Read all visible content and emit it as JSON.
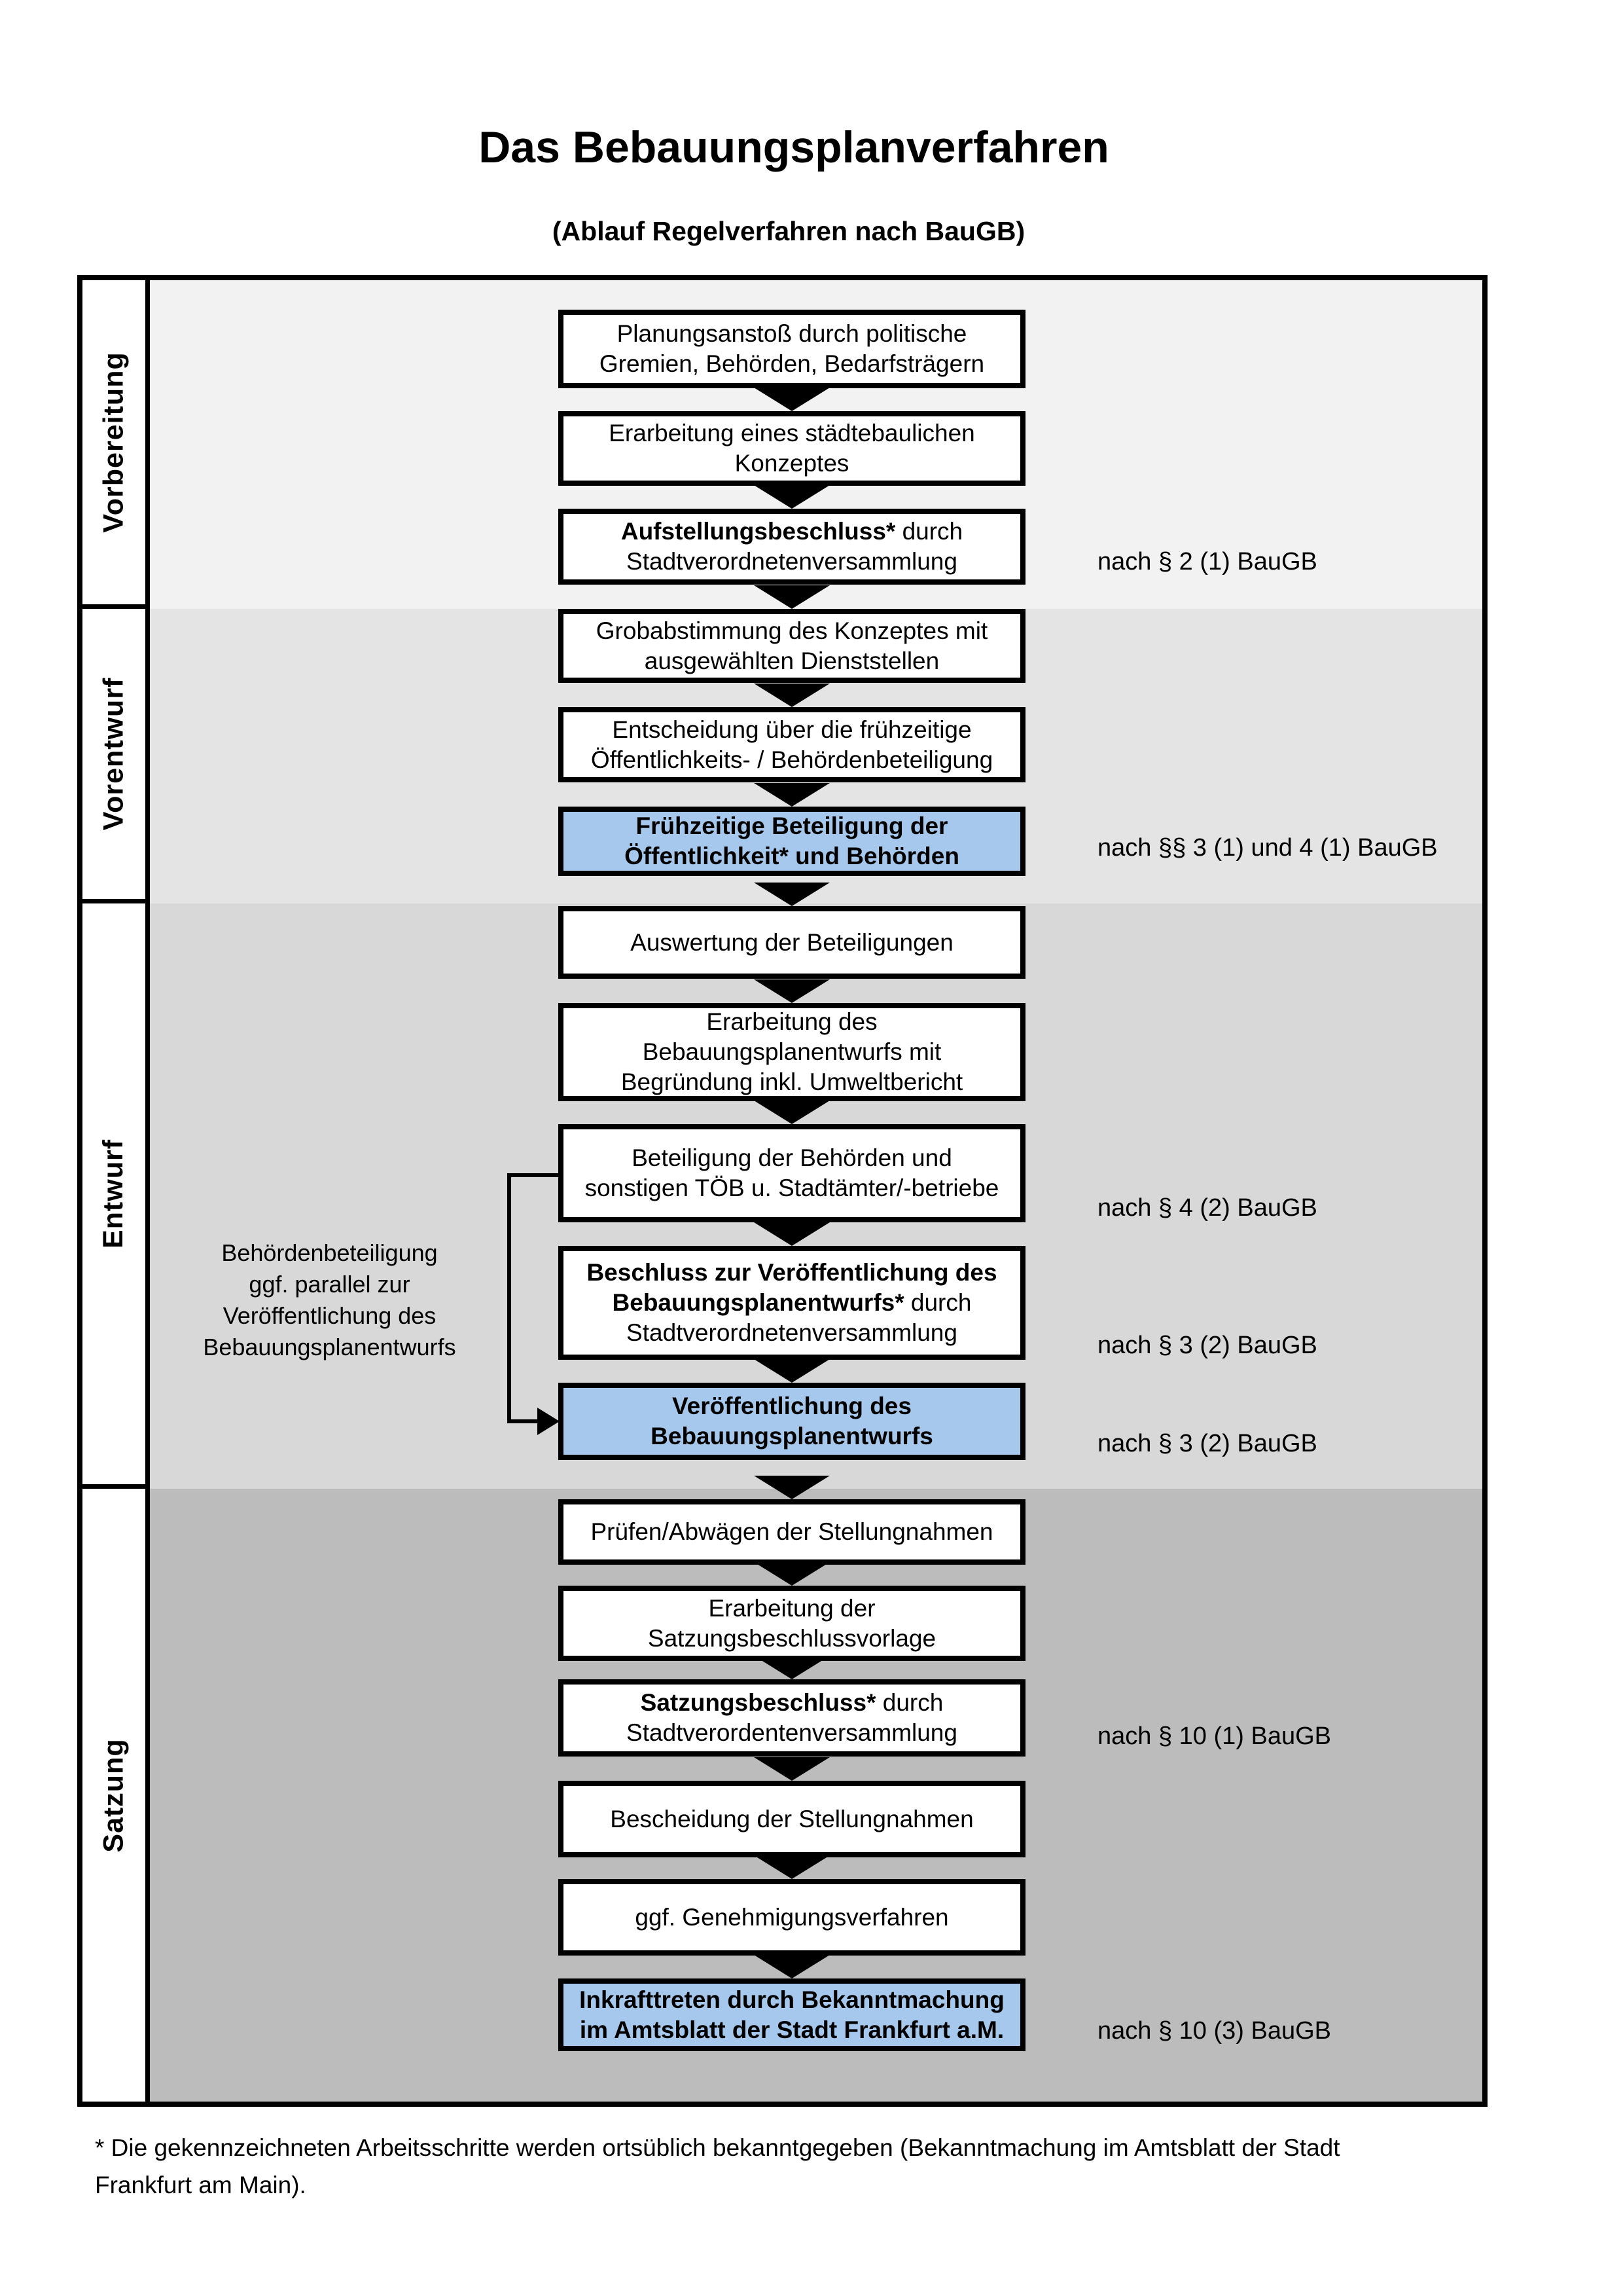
{
  "title": "Das Bebauungsplanverfahren",
  "subtitle": "(Ablauf Regelverfahren nach BauGB)",
  "phases": [
    {
      "label": "Vorbereitung"
    },
    {
      "label": "Vorentwurf"
    },
    {
      "label": "Entwurf"
    },
    {
      "label": "Satzung"
    }
  ],
  "steps": [
    {
      "bold": "",
      "text": "Planungsanstoß durch politische\nGremien, Behörden, Bedarfsträgern",
      "highlight": false
    },
    {
      "bold": "",
      "text": "Erarbeitung eines städtebaulichen\nKonzeptes",
      "highlight": false
    },
    {
      "bold": "Aufstellungsbeschluss*",
      "text": " durch\nStadtverordnetenversammlung",
      "highlight": false,
      "ref": "nach § 2 (1) BauGB"
    },
    {
      "bold": "",
      "text": "Grobabstimmung des Konzeptes mit\nausgewählten Dienststellen",
      "highlight": false
    },
    {
      "bold": "",
      "text": "Entscheidung über die frühzeitige\nÖffentlichkeits- / Behördenbeteiligung",
      "highlight": false
    },
    {
      "bold": "Frühzeitige Beteiligung der\nÖffentlichkeit* und Behörden",
      "text": "",
      "highlight": true,
      "ref": "nach §§ 3 (1) und 4 (1) BauGB"
    },
    {
      "bold": "",
      "text": "Auswertung der Beteiligungen",
      "highlight": false
    },
    {
      "bold": "",
      "text": "Erarbeitung des\nBebauungsplanentwurfs mit\nBegründung inkl. Umweltbericht",
      "highlight": false
    },
    {
      "bold": "",
      "text": "Beteiligung der Behörden und\nsonstigen TÖB u. Stadtämter/-betriebe",
      "highlight": false,
      "ref": "nach § 4 (2) BauGB"
    },
    {
      "bold": "Beschluss zur Veröffentlichung des\nBebauungsplanentwurfs*",
      "text": " durch\nStadtverordnetenversammlung",
      "highlight": false,
      "ref": "nach § 3 (2) BauGB"
    },
    {
      "bold": "Veröffentlichung des\nBebauungsplanentwurfs",
      "text": "",
      "highlight": true,
      "ref": "nach § 3 (2) BauGB"
    },
    {
      "bold": "",
      "text": "Prüfen/Abwägen der Stellungnahmen",
      "highlight": false
    },
    {
      "bold": "",
      "text": "Erarbeitung der\nSatzungsbeschlussvorlage",
      "highlight": false
    },
    {
      "bold": "Satzungsbeschluss*",
      "text": " durch\nStadtverordentenversammlung",
      "highlight": false,
      "ref": "nach § 10 (1) BauGB"
    },
    {
      "bold": "",
      "text": "Bescheidung der Stellungnahmen",
      "highlight": false
    },
    {
      "bold": "",
      "text": "ggf. Genehmigungsverfahren",
      "highlight": false
    },
    {
      "bold": "Inkrafttreten",
      "text": " durch Bekanntmachung\nim Amtsblatt der Stadt Frankfurt a.M.",
      "highlight": true,
      "ref": "nach § 10 (3) BauGB"
    }
  ],
  "side_note": "Behördenbeteiligung\nggf. parallel zur\nVeröffentlichung des\nBebauungsplanentwurfs",
  "footnote": "* Die gekennzeichneten Arbeitsschritte werden ortsüblich bekanntgegeben (Bekanntmachung im Amtsblatt  der Stadt\nFrankfurt am Main).",
  "colors": {
    "section_vorbereitung_bg": "#f2f2f2",
    "section_vorentwurf_bg": "#e4e4e4",
    "section_entwurf_bg": "#d8d8d8",
    "section_satzung_bg": "#bcbcbc",
    "highlight_box_bg": "#a6c8ec",
    "box_border": "#000000",
    "text": "#000000"
  }
}
